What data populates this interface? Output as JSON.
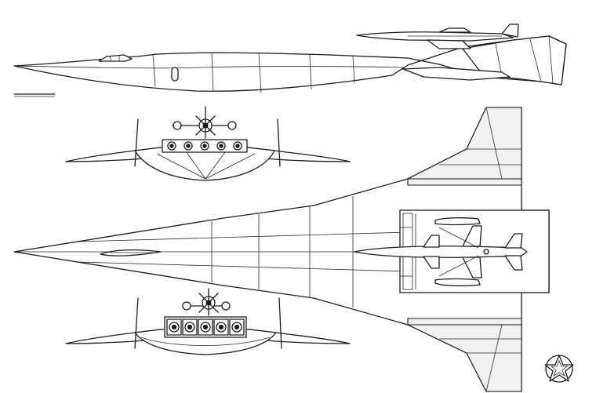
{
  "drawing": {
    "views": [
      "side-view",
      "front-view",
      "rear-view",
      "plan-view"
    ],
    "line_color": "#1b1b1b",
    "background_color": "#ffffff",
    "emblem": "red-star-emblem"
  }
}
